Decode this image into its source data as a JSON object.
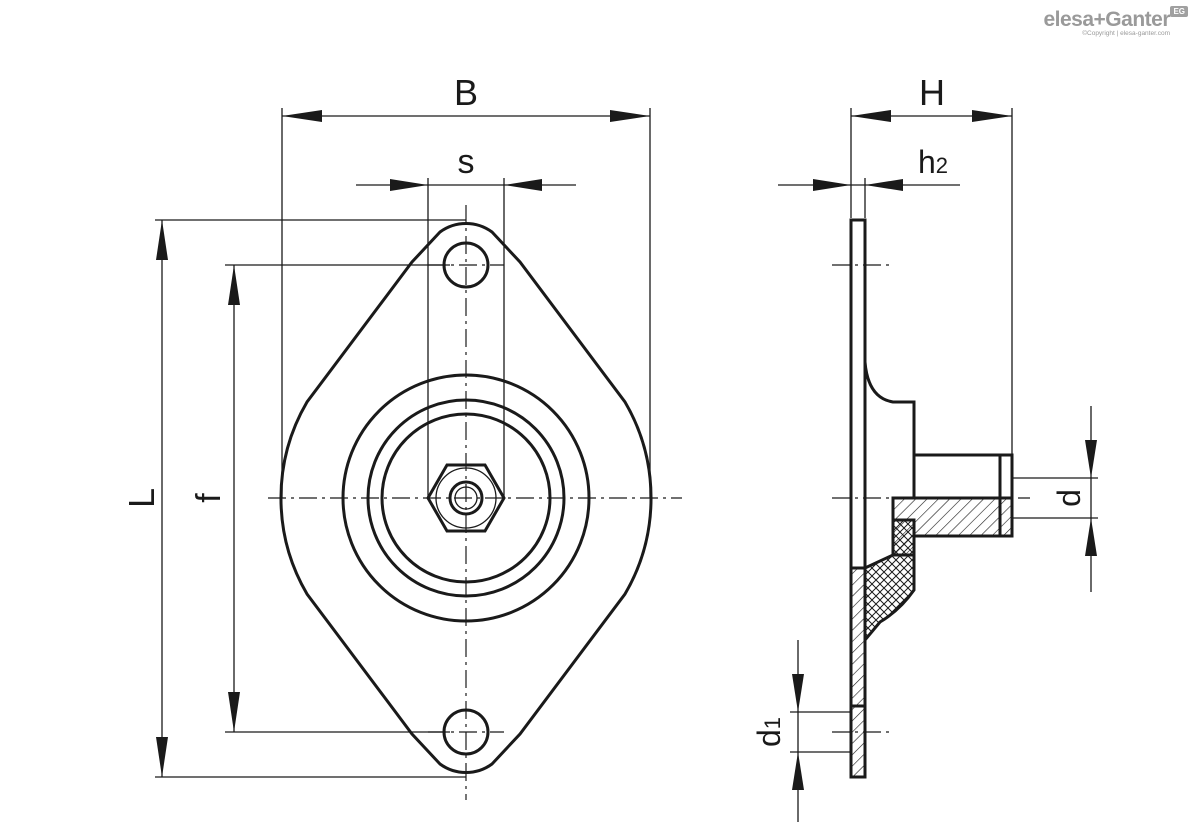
{
  "brand": {
    "name": "elesa+Ganter",
    "badge": "EG",
    "copyright": "©Copyright | elesa-ganter.com"
  },
  "dimensions": {
    "B": "B",
    "s": "s",
    "L": "L",
    "f": "f",
    "H": "H",
    "h2_base": "h",
    "h2_sub": "2",
    "d": "d",
    "d1_base": "d",
    "d1_sub": "1"
  },
  "colors": {
    "line": "#1a1a1a",
    "background": "#ffffff",
    "logo": "#9a9a9a"
  }
}
